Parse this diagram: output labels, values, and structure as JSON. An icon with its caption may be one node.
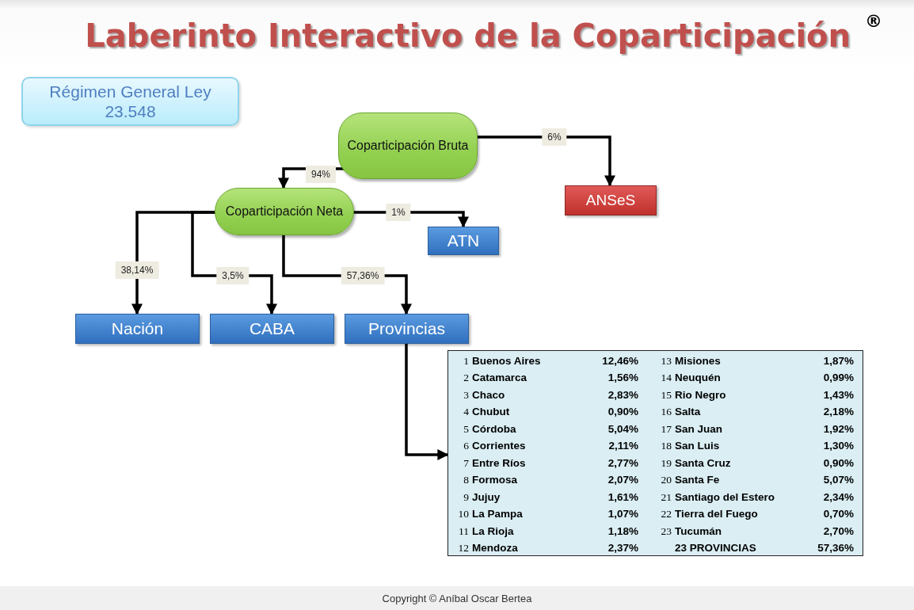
{
  "diagram": {
    "title": "Laberinto Interactivo de la Coparticipación $^{®}$",
    "nodes": [
      {
        "text": [
          "Régimen General Ley 23.548"
        ]
      },
      {
        "text": [
          "Coparticipación Bruta"
        ]
      },
      {
        "text": [
          "ANSeS"
        ]
      },
      {
        "text": [
          "Coparticipación Neta"
        ]
      },
      {
        "text": [
          "ATN"
        ]
      },
      {
        "text": [
          "Nación"
        ]
      },
      {
        "text": [
          "CABA"
        ]
      },
      {
        "text": [
          "Provincias"
        ]
      },
      {
        "text": [],
        "shape": "table"
      }
    ],
    "edges": [
      {
        "from": 1,
        "to": 3,
        "arrow": "to",
        "label": "94%"
      },
      {
        "from": 1,
        "to": 2,
        "arrow": "to",
        "label": "6%"
      },
      {
        "from": 3,
        "to": 4,
        "arrow": "to",
        "label": "1%"
      },
      {
        "from": 3,
        "to": 5,
        "arrow": "to",
        "label": "38,14%"
      },
      {
        "from": 3,
        "to": 6,
        "arrow": "to",
        "label": "3,5%"
      },
      {
        "from": 3,
        "to": 7,
        "arrow": "to",
        "label": "57,36%"
      },
      {
        "from": 7,
        "to": 8,
        "arrow": "to"
      }
    ],
    "labels": [
      "1",
      "Buenos Aires",
      "12,46%",
      "13",
      "Misiones",
      "1,87%",
      "2",
      "Catamarca",
      "1,56%",
      "14",
      "Neuquén",
      "0,99%",
      "3",
      "Chaco",
      "2,83%",
      "15",
      "Rio Negro",
      "1,43%",
      "4",
      "Chubut",
      "0,90%",
      "16",
      "Salta",
      "2,18%",
      "5",
      "Córdoba",
      "5,04%",
      "17",
      "San Juan",
      "1,92%",
      "6",
      "Corrientes",
      "2,11%",
      "18",
      "San Luis",
      "1,30%",
      "7",
      "Entre Ríos",
      "2,77%",
      "19",
      "Santa Cruz",
      "0,90%",
      "8",
      "Formosa",
      "2,07%",
      "20",
      "Santa Fe",
      "5,07%",
      "9",
      "Jujuy",
      "1,61%",
      "21",
      "Santiago del Estero",
      "2,34%",
      "10",
      "La Pampa",
      "1,07%",
      "22",
      "Tierra del Fuego",
      "0,70%",
      "11",
      "La Rioja",
      "1,18%",
      "23",
      "Tucumán",
      "2,70%",
      "12",
      "Mendoza",
      "2,37%",
      "23 PROVINCIAS",
      "57,36%"
    ],
    "caption": "Copyright © Aníbal Oscar Bertea"
  }
}
